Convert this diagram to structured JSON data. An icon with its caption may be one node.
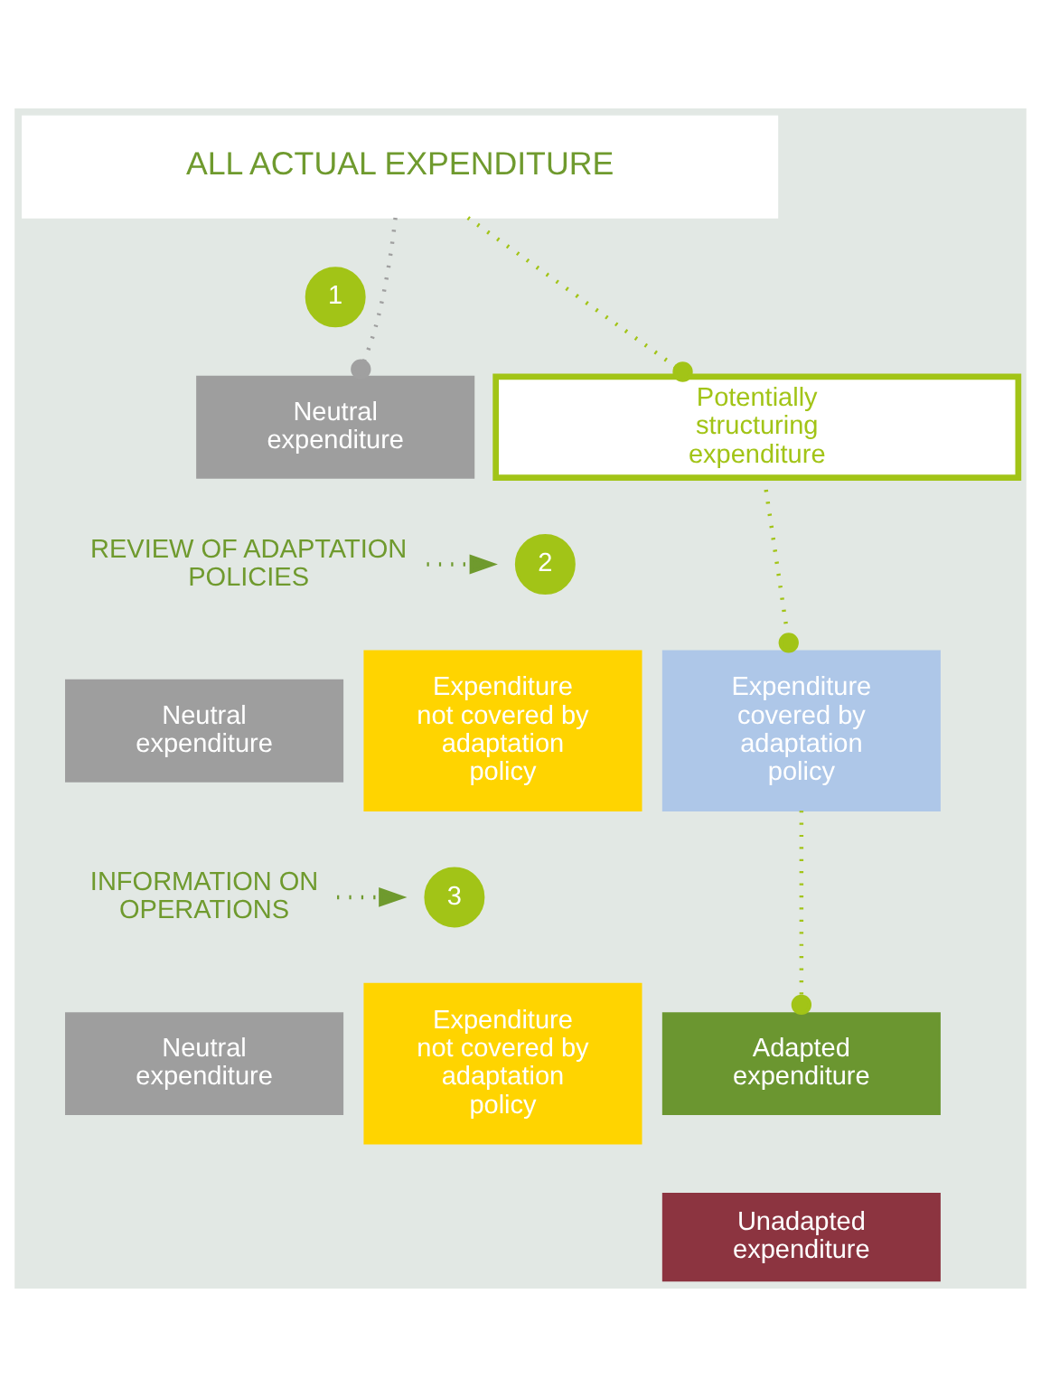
{
  "diagram": {
    "nodes": [
      {
        "text": [
          "ALL ACTUAL EXPENDITURE"
        ]
      },
      {
        "text": [
          "1"
        ]
      },
      {
        "text": [
          "Neutral expenditure"
        ]
      },
      {
        "text": [
          "Potentially structuring expenditure"
        ]
      },
      {
        "text": [
          "REVIEW OF ADAPTATION POLICIES"
        ]
      },
      {
        "text": [
          "2"
        ]
      },
      {
        "text": [
          "Neutral expenditure"
        ]
      },
      {
        "text": [
          "Expenditure not covered by adaptation policy"
        ]
      },
      {
        "text": [
          "Expenditure covered by adaptation policy"
        ]
      },
      {
        "text": [
          "INFORMATION ON OPERATIONS"
        ]
      },
      {
        "text": [
          "3"
        ]
      },
      {
        "text": [
          "Neutral expenditure"
        ]
      },
      {
        "text": [
          "Expenditure not covered by adaptation policy"
        ]
      },
      {
        "text": [
          "Adapted expenditure"
        ]
      },
      {
        "text": [
          "Unadapted expenditure"
        ]
      }
    ],
    "edges": [
      {
        "from": 0,
        "to": 2,
        "arrow": "other",
        "color": "#a0a0a0"
      },
      {
        "from": 0,
        "to": 3,
        "arrow": "other"
      },
      {
        "from": 4,
        "to": null,
        "arrow": "to"
      },
      {
        "from": 3,
        "to": 8,
        "arrow": "other"
      },
      {
        "from": 9,
        "to": null,
        "arrow": "to"
      },
      {
        "from": 8,
        "to": 13,
        "arrow": "other"
      }
    ]
  }
}
